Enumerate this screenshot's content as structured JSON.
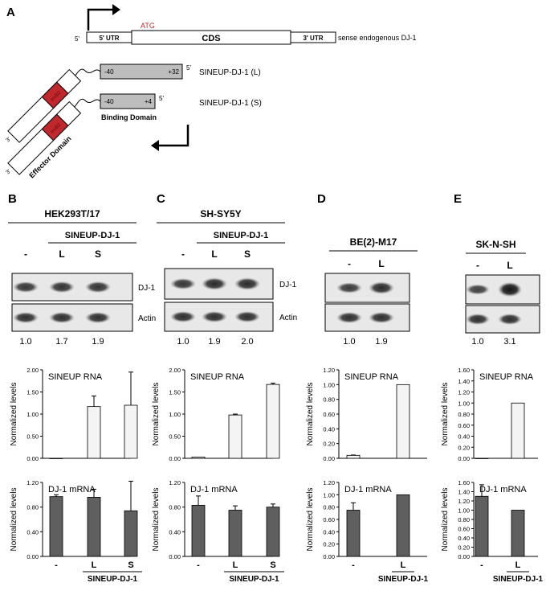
{
  "panel_a": {
    "letter": "A",
    "five_prime": "5'",
    "three_prime": "3'",
    "utr5": "5' UTR",
    "atg": "ATG",
    "cds": "CDS",
    "utr3": "3' UTR",
    "sense_label": "sense endogenous DJ-1",
    "long_left": "-40",
    "long_right": "+32",
    "long_label": "SINEUP-DJ-1 (L)",
    "short_left": "-40",
    "short_right": "+4",
    "short_label": "SINEUP-DJ-1 (S)",
    "binding_domain": "Binding Domain",
    "effector_domain": "Effector Domain",
    "invb2": "invB2"
  },
  "blots": [
    {
      "letter": "B",
      "cell_line": "HEK293T/17",
      "group_label": "SINEUP-DJ-1",
      "lanes": [
        "-",
        "L",
        "S"
      ],
      "band_labels": [
        "DJ-1",
        "Actin"
      ],
      "quant": [
        "1.0",
        "1.7",
        "1.9"
      ]
    },
    {
      "letter": "C",
      "cell_line": "SH-SY5Y",
      "group_label": "SINEUP-DJ-1",
      "lanes": [
        "-",
        "L",
        "S"
      ],
      "band_labels": [
        "DJ-1",
        "Actin"
      ],
      "quant": [
        "1.0",
        "1.9",
        "2.0"
      ]
    },
    {
      "letter": "D",
      "cell_line": "BE(2)-M17",
      "lanes": [
        "-",
        "L"
      ],
      "quant": [
        "1.0",
        "1.9"
      ]
    },
    {
      "letter": "E",
      "cell_line": "SK-N-SH",
      "lanes": [
        "-",
        "L"
      ],
      "quant": [
        "1.0",
        "3.1"
      ]
    }
  ],
  "chart_data": [
    {
      "panel": "B",
      "type": "bar",
      "title": "SINEUP RNA",
      "ylabel": "Normalized levels",
      "categories": [
        "-",
        "L",
        "S"
      ],
      "values": [
        0.0,
        1.17,
        1.2
      ],
      "errors": [
        0.0,
        0.24,
        0.75
      ],
      "ylim": [
        0,
        2.0
      ],
      "yticks": [
        "0.00",
        "0.50",
        "1.00",
        "1.50",
        "2.00"
      ],
      "color": "#f4f4f4"
    },
    {
      "panel": "B",
      "type": "bar",
      "title": "DJ-1 mRNA",
      "ylabel": "Normalized levels",
      "categories": [
        "-",
        "L",
        "S"
      ],
      "values": [
        0.97,
        0.96,
        0.74
      ],
      "errors": [
        0.03,
        0.13,
        0.48
      ],
      "ylim": [
        0,
        1.2
      ],
      "yticks": [
        "0.00",
        "0.40",
        "0.80",
        "1.20"
      ],
      "color": "#5f5f5f",
      "xlabel": "SINEUP-DJ-1"
    },
    {
      "panel": "C",
      "type": "bar",
      "title": "SINEUP RNA",
      "ylabel": "Normalized levels",
      "categories": [
        "-",
        "L",
        "S"
      ],
      "values": [
        0.03,
        0.98,
        1.67
      ],
      "errors": [
        0.0,
        0.02,
        0.03
      ],
      "ylim": [
        0,
        2.0
      ],
      "yticks": [
        "0.00",
        "0.50",
        "1.00",
        "1.50",
        "2.00"
      ],
      "color": "#f4f4f4"
    },
    {
      "panel": "C",
      "type": "bar",
      "title": "DJ-1 mRNA",
      "ylabel": "Normalized levels",
      "categories": [
        "-",
        "L",
        "S"
      ],
      "values": [
        0.83,
        0.75,
        0.8
      ],
      "errors": [
        0.15,
        0.07,
        0.05
      ],
      "ylim": [
        0,
        1.2
      ],
      "yticks": [
        "0.00",
        "0.40",
        "0.80",
        "1.20"
      ],
      "color": "#5f5f5f",
      "xlabel": "SINEUP-DJ-1"
    },
    {
      "panel": "D",
      "type": "bar",
      "title": "SINEUP RNA",
      "ylabel": "Normalized levels",
      "categories": [
        "-",
        "L"
      ],
      "values": [
        0.04,
        1.0
      ],
      "errors": [
        0.005,
        0.0
      ],
      "ylim": [
        0,
        1.2
      ],
      "yticks": [
        "0.00",
        "0.20",
        "0.40",
        "0.60",
        "0.80",
        "1.00",
        "1.20"
      ],
      "color": "#f4f4f4"
    },
    {
      "panel": "D",
      "type": "bar",
      "title": "DJ-1 mRNA",
      "ylabel": "Normalized levels",
      "categories": [
        "-",
        "L"
      ],
      "values": [
        0.75,
        1.0
      ],
      "errors": [
        0.12,
        0.0
      ],
      "ylim": [
        0,
        1.2
      ],
      "yticks": [
        "0.00",
        "0.20",
        "0.40",
        "0.60",
        "0.80",
        "1.00",
        "1.20"
      ],
      "color": "#5f5f5f",
      "xlabel": "SINEUP-DJ-1"
    },
    {
      "panel": "E",
      "type": "bar",
      "title": "SINEUP RNA",
      "ylabel": "Normalized levels",
      "categories": [
        "-",
        "L"
      ],
      "values": [
        0.0,
        1.0
      ],
      "errors": [
        0.0,
        0.0
      ],
      "ylim": [
        0,
        1.6
      ],
      "yticks": [
        "0.00",
        "0.20",
        "0.40",
        "0.60",
        "0.80",
        "1.00",
        "1.20",
        "1.40",
        "1.60"
      ],
      "color": "#f4f4f4"
    },
    {
      "panel": "E",
      "type": "bar",
      "title": "DJ-1 mRNA",
      "ylabel": "Normalized levels",
      "categories": [
        "-",
        "L"
      ],
      "values": [
        1.3,
        1.0
      ],
      "errors": [
        0.25,
        0.0
      ],
      "ylim": [
        0,
        1.6
      ],
      "yticks": [
        "0.00",
        "0.20",
        "0.40",
        "0.60",
        "0.80",
        "1.00",
        "1.20",
        "1.40",
        "1.60"
      ],
      "color": "#5f5f5f",
      "xlabel": "SINEUP-DJ-1"
    }
  ]
}
